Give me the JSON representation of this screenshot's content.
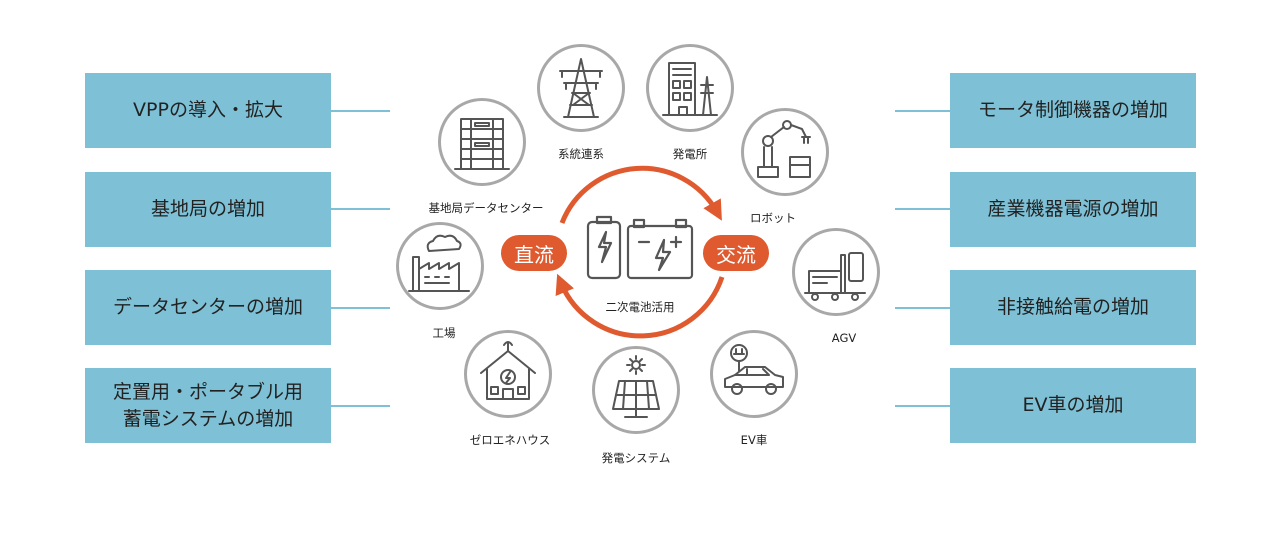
{
  "left_boxes": [
    {
      "label": "VPPの導入・拡大"
    },
    {
      "label": "基地局の増加"
    },
    {
      "label": "データセンターの増加"
    },
    {
      "label": "定置用・ポータブル用\n蓄電システムの増加"
    }
  ],
  "right_boxes": [
    {
      "label": "モータ制御機器の増加"
    },
    {
      "label": "産業機器電源の増加"
    },
    {
      "label": "非接触給電の増加"
    },
    {
      "label": "EV車の増加"
    }
  ],
  "nodes": {
    "grid": {
      "label": "系統連系",
      "icon": "power-tower-icon"
    },
    "plant": {
      "label": "発電所",
      "icon": "power-plant-icon"
    },
    "robot": {
      "label": "ロボット",
      "icon": "robot-arm-icon"
    },
    "agv": {
      "label": "AGV",
      "icon": "agv-icon"
    },
    "ev": {
      "label": "EV車",
      "icon": "ev-car-icon"
    },
    "solar": {
      "label": "発電システム",
      "icon": "solar-panel-icon"
    },
    "zeh": {
      "label": "ゼロエネハウス",
      "icon": "eco-house-icon"
    },
    "factory": {
      "label": "工場",
      "icon": "factory-icon"
    },
    "datacenter": {
      "label": "基地局データセンター",
      "icon": "server-building-icon"
    }
  },
  "center": {
    "label": "二次電池活用",
    "dc_label": "直流",
    "ac_label": "交流",
    "icon": "battery-icon"
  },
  "colors": {
    "box_fill": "#7ec1d6",
    "accent": "#e05a2f",
    "node_border": "#a8a8a8"
  }
}
